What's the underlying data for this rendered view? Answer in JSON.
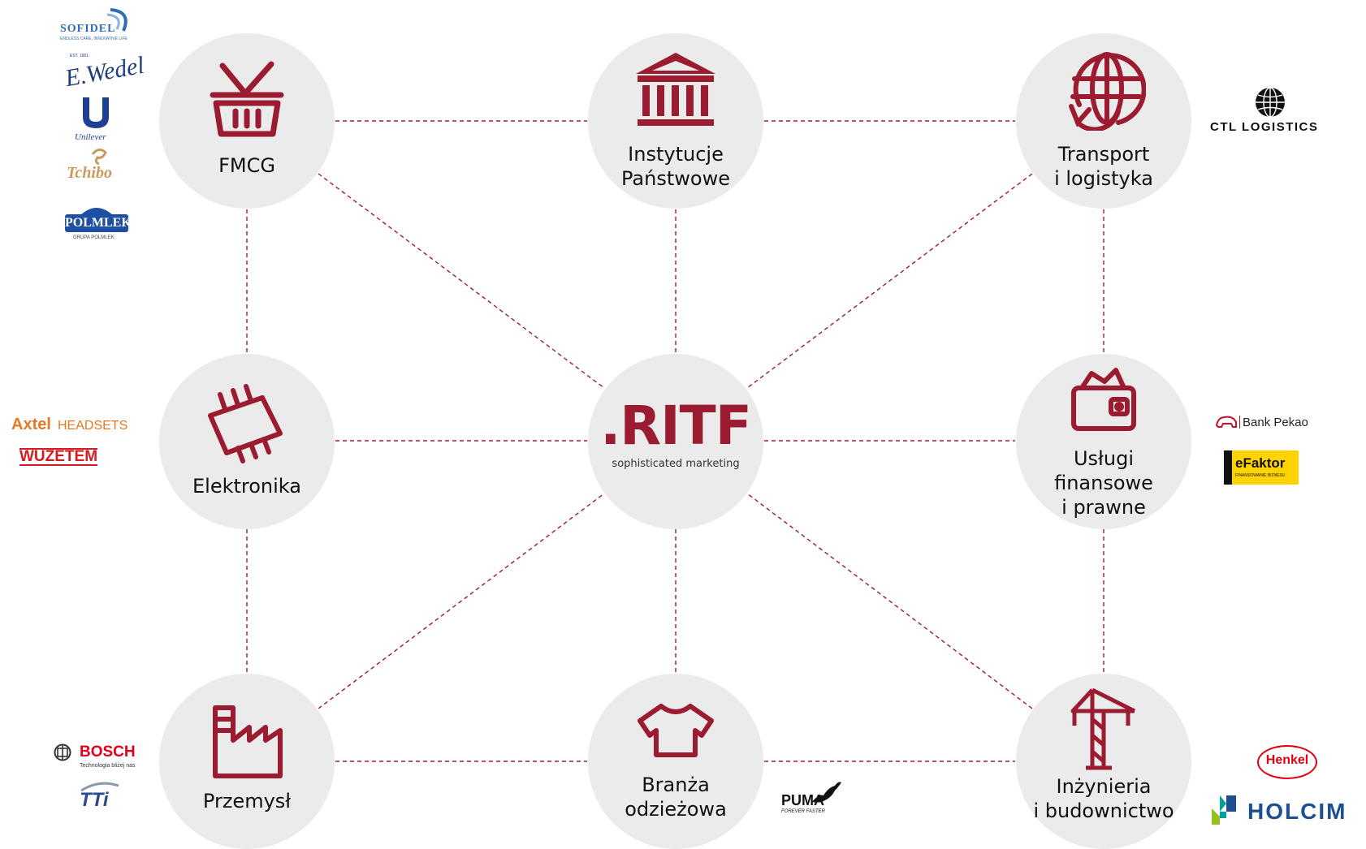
{
  "accent_color": "#9b1b30",
  "circle_color": "#ebebeb",
  "center": {
    "brand": ".RITF",
    "tagline": "sophisticated marketing"
  },
  "nodes": {
    "fmcg": {
      "label": "FMCG",
      "icon": "shopping-basket-icon"
    },
    "instytucje": {
      "label": "Instytucje\nPaństwowe",
      "icon": "government-building-icon"
    },
    "transport": {
      "label": "Transport\ni logistyka",
      "icon": "globe-arrow-icon"
    },
    "elektronika": {
      "label": "Elektronika",
      "icon": "microchip-icon"
    },
    "finanse": {
      "label": "Usługi\nfinansowe\ni prawne",
      "icon": "wallet-icon"
    },
    "przemysl": {
      "label": "Przemysł",
      "icon": "factory-icon"
    },
    "odziez": {
      "label": "Branża\nodzieżowa",
      "icon": "tshirt-icon"
    },
    "inzynieria": {
      "label": "Inżynieria\ni budownictwo",
      "icon": "construction-crane-icon"
    }
  },
  "logos": {
    "sofidel": {
      "name": "SOFIDEL",
      "tagline": "ENDLESS CARE, INNOVATIVE LIFE"
    },
    "wedel": {
      "name": "E.Wedel",
      "est": "EST. 1851"
    },
    "unilever": {
      "name": "Unilever"
    },
    "tchibo": {
      "name": "Tchibo"
    },
    "polmlek": {
      "name": "POLMLEK",
      "sub": "GRUPA POLMLEK"
    },
    "ctl": {
      "name": "CTL LOGISTICS"
    },
    "axtel": {
      "name": "Axtel",
      "suffix": "HEADSETS"
    },
    "wuzetem": {
      "name": "WUZETEM"
    },
    "pekao": {
      "name": "Bank Pekao"
    },
    "efaktor": {
      "name": "eFaktor",
      "sub": "FINANSOWANIE BIZNESU"
    },
    "bosch": {
      "name": "BOSCH",
      "sub": "Technologia bliżej nas"
    },
    "tti": {
      "name": "TTi"
    },
    "puma": {
      "name": "PUMA",
      "sub": "FOREVER FASTER"
    },
    "henkel": {
      "name": "Henkel"
    },
    "holcim": {
      "name": "HOLCIM"
    }
  }
}
